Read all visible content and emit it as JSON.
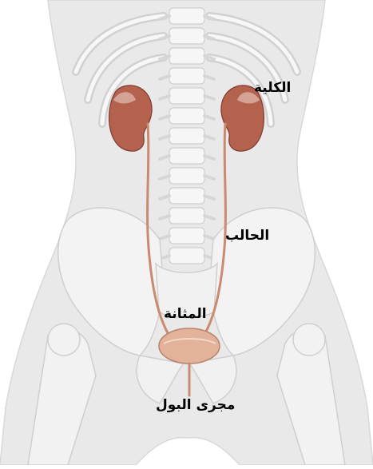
{
  "labels": {
    "kidney": "الكلية",
    "ureter": "الحالب",
    "bladder": "المثانة",
    "urethra": "مجرى البول"
  },
  "colors": {
    "background": "#ffffff",
    "body": "#e9e9e9",
    "bone": "#f6f6f6",
    "bone_stroke": "#cfcfcf",
    "kidney": "#b4614e",
    "ureter": "#c98a6e",
    "bladder": "#e3b29a",
    "text": "#000000"
  }
}
